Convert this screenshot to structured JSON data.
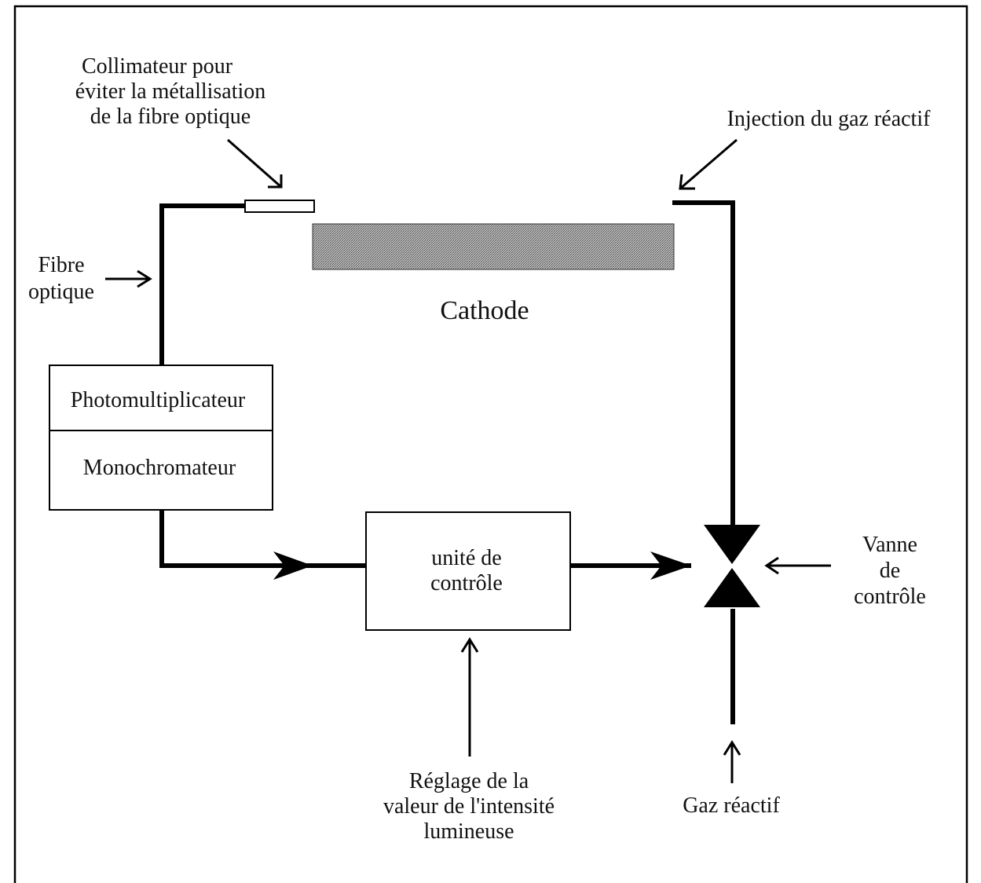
{
  "labels": {
    "collimateur_1": "Collimateur pour",
    "collimateur_2": "éviter la métallisation",
    "collimateur_3": "de la fibre optique",
    "injection": "Injection du gaz réactif",
    "fibre_1": "Fibre",
    "fibre_2": "optique",
    "cathode": "Cathode",
    "photomultiplicateur": "Photomultiplicateur",
    "monochromateur": "Monochromateur",
    "unite_1": "unité de",
    "unite_2": "contrôle",
    "vanne_1": "Vanne",
    "vanne_2": "de",
    "vanne_3": "contrôle",
    "reglage_1": "Réglage de la",
    "reglage_2": "valeur de l'intensité",
    "reglage_3": "lumineuse",
    "gaz": "Gaz réactif"
  }
}
